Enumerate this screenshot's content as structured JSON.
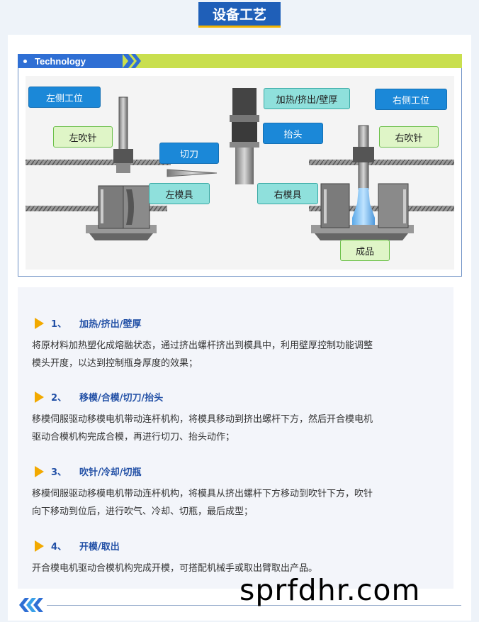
{
  "header": {
    "title": "设备工艺"
  },
  "section_bar": {
    "label": "Technology"
  },
  "diagram": {
    "labels": {
      "left_station": "左侧工位",
      "left_blow_pin": "左吹针",
      "cutter": "切刀",
      "left_mold": "左模具",
      "heat_extrude": "加热/挤出/壁厚",
      "lift_head": "抬头",
      "right_station": "右侧工位",
      "right_blow_pin": "右吹针",
      "right_mold": "右模具",
      "product": "成品"
    }
  },
  "steps": [
    {
      "number": "1、",
      "title": "加热/挤出/壁厚",
      "lines": [
        "将原材料加热塑化成熔融状态，通过挤出螺杆挤出到模具中，利用壁厚控制功能调整",
        "模头开度，以达到控制瓶身厚度的效果；"
      ]
    },
    {
      "number": "2、",
      "title": "移模/合模/切刀/抬头",
      "lines": [
        "移模伺服驱动移模电机带动连杆机构，将模具移动到挤出螺杆下方，然后开合模电机",
        "驱动合模机构完成合模，再进行切刀、抬头动作；"
      ]
    },
    {
      "number": "3、",
      "title": "吹针/冷却/切瓶",
      "lines": [
        "移模伺服驱动移模电机带动连杆机构，将模具从挤出螺杆下方移动到吹针下方，吹针",
        "向下移动到位后，进行吹气、冷却、切瓶，最后成型；"
      ]
    },
    {
      "number": "4、",
      "title": "开模/取出",
      "lines": [
        "开合模电机驱动合模机构完成开模，可搭配机械手或取出臂取出产品。"
      ]
    }
  ],
  "watermark": "sprfdhr.com",
  "colors": {
    "primary_blue": "#1f5fb8",
    "accent_yellow": "#f2a900",
    "lime": "#c9df4e"
  }
}
